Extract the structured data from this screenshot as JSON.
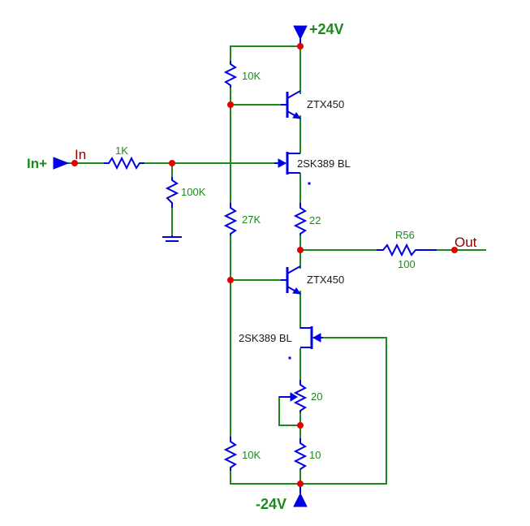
{
  "power": {
    "positive": "+24V",
    "negative": "-24V"
  },
  "ports": {
    "input": "In+"
  },
  "nets": {
    "in": "In",
    "out": "Out"
  },
  "parts": {
    "r_in": "1K",
    "r_gnd": "100K",
    "r_bias_top": "10K",
    "r_bias_mid": "27K",
    "r_bias_bot": "10K",
    "r_22": "22",
    "r_out_ref": "R56",
    "r_out_val": "100",
    "q_top": "ZTX450",
    "q_bot": "ZTX450",
    "j_top": "2SK389 BL",
    "j_bot": "2SK389 BL",
    "pot": "20",
    "r_10": "10"
  },
  "colors": {
    "wire": "#1a8a1a",
    "component": "#0000e6",
    "junction": "#e60000",
    "net_label": "#8b0000"
  }
}
